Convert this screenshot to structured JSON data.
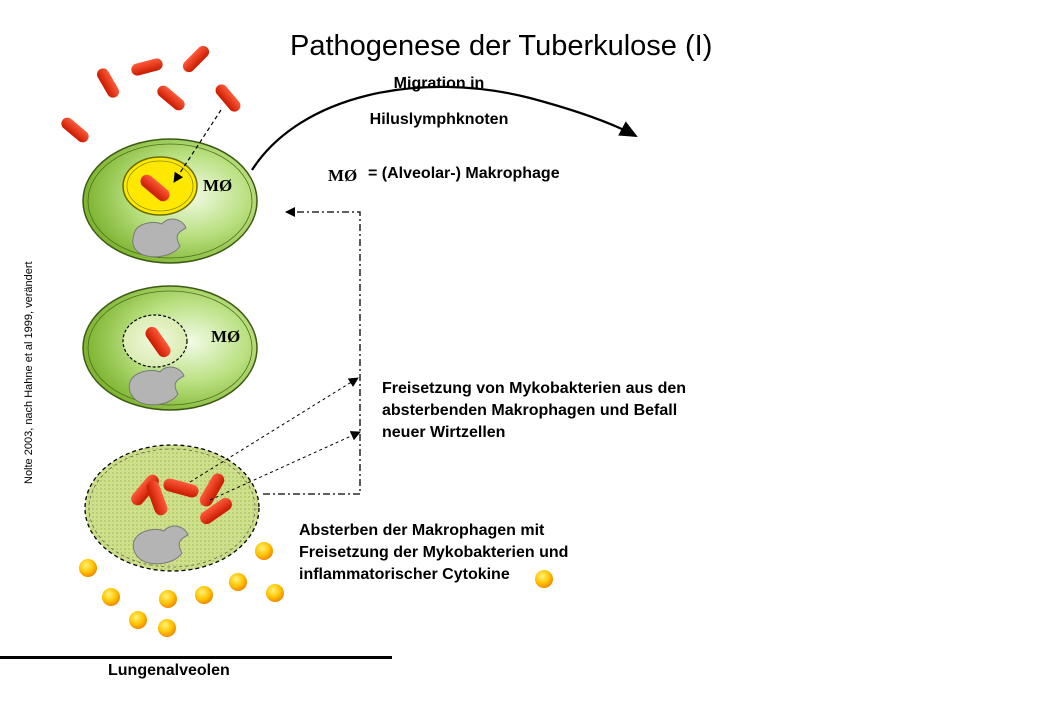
{
  "title": "Pathogenese der Tuberkulose (I)",
  "migration_label": "Migration in Hiluslymphknoten",
  "legend": {
    "symbol": "MØ",
    "text": "= (Alveolar-) Makrophage"
  },
  "cell_labels": {
    "cell1": "MØ",
    "cell2": "MØ"
  },
  "release_text": "Freisetzung von Mykobakterien aus den absterbenden Makrophagen und Befall neuer Wirtzellen",
  "death_text": "Absterben der Makrophagen mit Freisetzung der Mykobakterien und inflammatorischer Cytokine",
  "source_note": "Nolte 2003, nach Hahne et al 1999, verändert",
  "bottom_label": "Lungenalveolen",
  "colors": {
    "bacteria": "#e03010",
    "cell_green": "#8cc43c",
    "phagosome_yellow": "#ffe800",
    "nucleus_gray": "#b4b4b4",
    "cytokine_orange": "#ffaa00"
  }
}
